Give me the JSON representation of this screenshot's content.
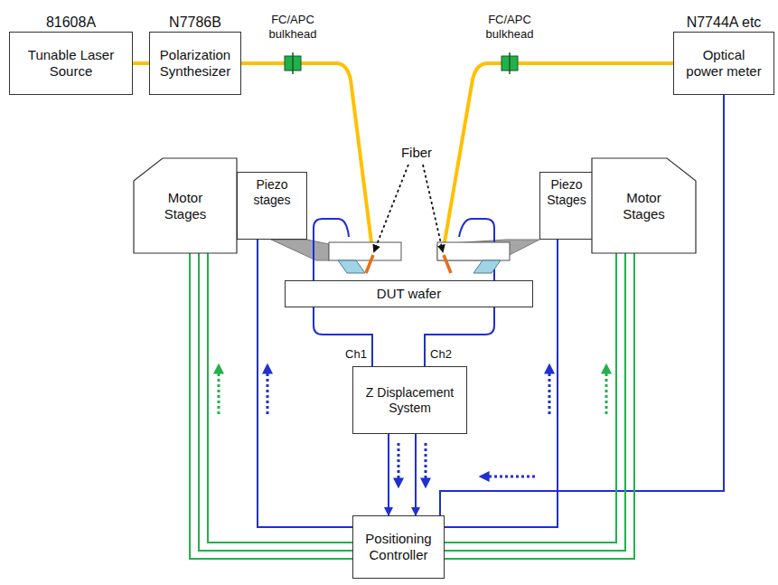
{
  "diagram": {
    "nodes": [
      {
        "text": [
          "81608A",
          "Tunable Laser Source"
        ]
      },
      {
        "text": [
          "N7786B",
          "Polarization Synthesizer"
        ]
      },
      {
        "text": [
          "N7744A etc",
          "Optical power meter"
        ]
      },
      {
        "text": [
          "Motor Stages"
        ]
      },
      {
        "text": [
          "Piezo stages"
        ]
      },
      {
        "text": [
          "DUT wafer"
        ]
      },
      {
        "text": [
          "Piezo Stages"
        ]
      },
      {
        "text": [
          "Motor Stages"
        ]
      },
      {
        "text": [
          "Z Displacement System"
        ]
      },
      {
        "text": [
          "Positioning Controller"
        ]
      }
    ],
    "edges": [
      {
        "from": 0,
        "to": 1,
        "arrow": "none"
      },
      {
        "from": 2,
        "to": 9,
        "arrow": "none"
      },
      {
        "from": 9,
        "to": 3,
        "arrow": "none"
      },
      {
        "from": 9,
        "to": 3,
        "arrow": "none"
      },
      {
        "from": 9,
        "to": 3,
        "arrow": "none"
      },
      {
        "from": 9,
        "to": 4,
        "arrow": "none"
      },
      {
        "from": 9,
        "to": 6,
        "arrow": "none"
      },
      {
        "from": 9,
        "to": 7,
        "arrow": "none"
      },
      {
        "from": 9,
        "to": 7,
        "arrow": "none"
      },
      {
        "from": 9,
        "to": 7,
        "arrow": "none"
      },
      {
        "from": 8,
        "to": 9,
        "arrow": "to"
      },
      {
        "from": 8,
        "to": 9,
        "arrow": "to"
      }
    ],
    "labels": [
      "FC/APC bulkhead",
      "FC/APC bulkhead",
      "Fiber",
      "Ch1",
      "Ch2"
    ]
  }
}
